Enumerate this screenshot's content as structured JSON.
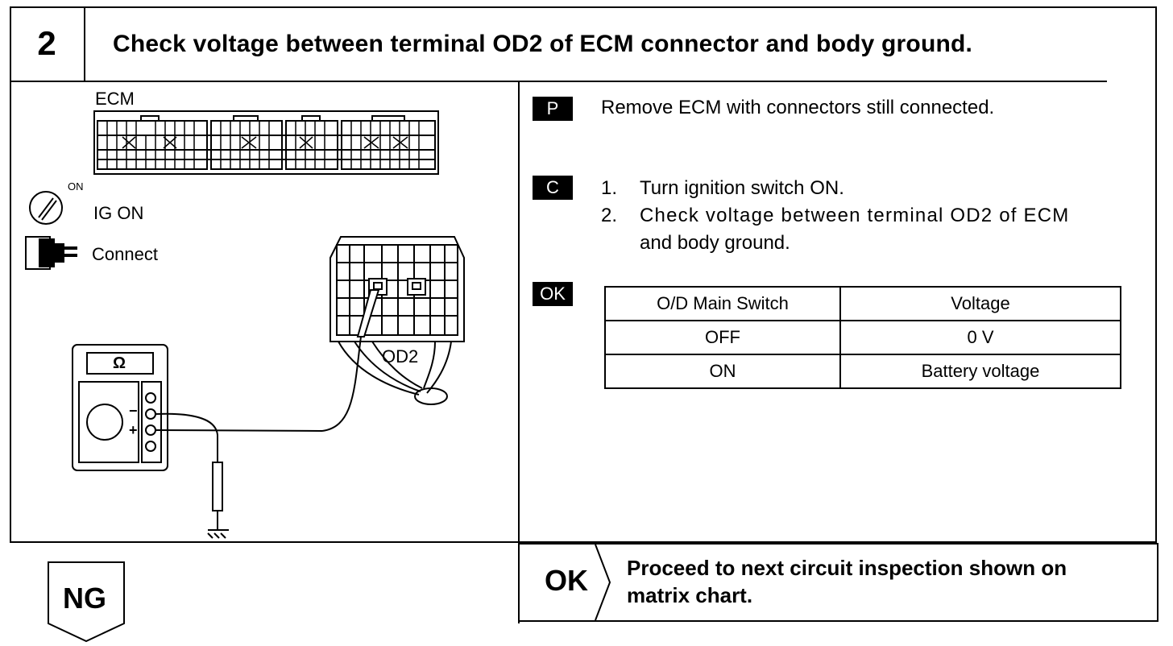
{
  "header": {
    "step_number": "2",
    "title": "Check voltage between terminal OD2 of ECM connector and body ground."
  },
  "diagram": {
    "ecm_label": "ECM",
    "ig_on_small": "ON",
    "ig_on_label": "IG ON",
    "connect_label": "Connect",
    "terminal_label": "OD2",
    "meter_symbol": "Ω",
    "minus_sign": "−",
    "plus_sign": "+"
  },
  "instructions": {
    "p_tag": "P",
    "p_text": "Remove ECM with connectors still connected.",
    "c_tag": "C",
    "steps": [
      {
        "num": "1.",
        "text": "Turn ignition switch ON."
      },
      {
        "num": "2.",
        "text": "Check voltage between terminal OD2 of ECM"
      },
      {
        "num": "",
        "text": "and body ground."
      }
    ],
    "ok_tag": "OK"
  },
  "spec_table": {
    "headers": [
      "O/D Main Switch",
      "Voltage"
    ],
    "rows": [
      [
        "OFF",
        "0 V"
      ],
      [
        "ON",
        "Battery voltage"
      ]
    ]
  },
  "result": {
    "ok_label": "OK",
    "ok_text_line1": "Proceed to next circuit inspection shown on",
    "ok_text_line2": "matrix chart.",
    "ng_label": "NG"
  }
}
